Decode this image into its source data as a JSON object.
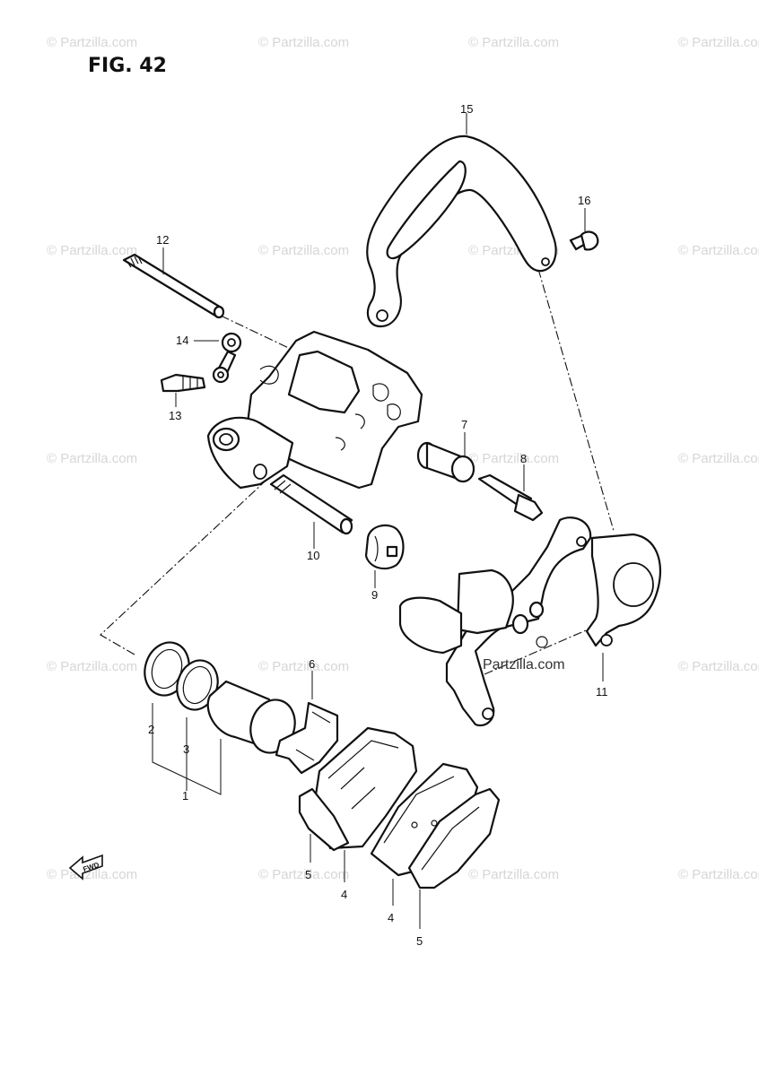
{
  "figure": {
    "title": "FIG. 42"
  },
  "callouts": {
    "c1": "1",
    "c2": "2",
    "c3": "3",
    "c4a": "4",
    "c4b": "4",
    "c5a": "5",
    "c5b": "5",
    "c6": "6",
    "c7": "7",
    "c8": "8",
    "c9": "9",
    "c10": "10",
    "c11": "11",
    "c12": "12",
    "c13": "13",
    "c14": "14",
    "c15": "15",
    "c16": "16"
  },
  "watermark": {
    "text": "© Partzilla.com",
    "center_text": "Partzilla.com"
  },
  "direction_marker": {
    "label": "FWD"
  }
}
